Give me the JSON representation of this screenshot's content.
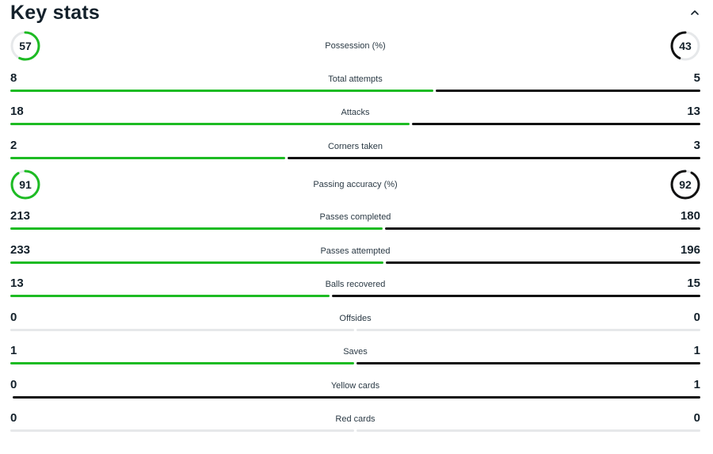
{
  "header": {
    "title": "Key stats"
  },
  "colors": {
    "home": "#1dbb23",
    "away": "#111111",
    "track": "#e6e8ea"
  },
  "circle_stats": [
    {
      "label": "Possession (%)",
      "home": "57",
      "away": "43",
      "home_pct": 57,
      "away_pct": 43
    },
    {
      "label": "Passing accuracy (%)",
      "home": "91",
      "away": "92",
      "home_pct": 91,
      "away_pct": 92
    }
  ],
  "bar_stats": [
    {
      "label": "Total attempts",
      "home": "8",
      "away": "5",
      "home_n": 8,
      "away_n": 5
    },
    {
      "label": "Attacks",
      "home": "18",
      "away": "13",
      "home_n": 18,
      "away_n": 13
    },
    {
      "label": "Corners taken",
      "home": "2",
      "away": "3",
      "home_n": 2,
      "away_n": 3
    },
    {
      "label": "Passes completed",
      "home": "213",
      "away": "180",
      "home_n": 213,
      "away_n": 180
    },
    {
      "label": "Passes attempted",
      "home": "233",
      "away": "196",
      "home_n": 233,
      "away_n": 196
    },
    {
      "label": "Balls recovered",
      "home": "13",
      "away": "15",
      "home_n": 13,
      "away_n": 15
    },
    {
      "label": "Offsides",
      "home": "0",
      "away": "0",
      "home_n": 0,
      "away_n": 0
    },
    {
      "label": "Saves",
      "home": "1",
      "away": "1",
      "home_n": 1,
      "away_n": 1
    },
    {
      "label": "Yellow cards",
      "home": "0",
      "away": "1",
      "home_n": 0,
      "away_n": 1
    },
    {
      "label": "Red cards",
      "home": "0",
      "away": "0",
      "home_n": 0,
      "away_n": 0
    }
  ]
}
